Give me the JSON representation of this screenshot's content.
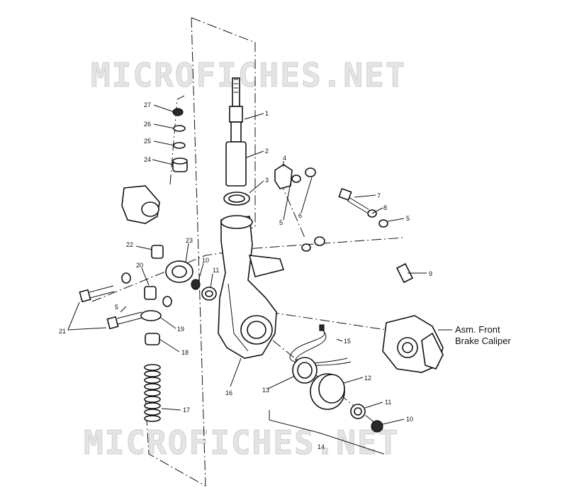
{
  "watermark": "MICROFICHES.NET",
  "assembly_label": {
    "line1": "Asm. Front",
    "line2": "Brake Caliper"
  },
  "callouts": {
    "c1": "1",
    "c2": "2",
    "c3": "3",
    "c4": "4",
    "c5a": "5",
    "c5b": "5",
    "c5c": "5",
    "c6": "6",
    "c7": "7",
    "c8": "8",
    "c9": "9",
    "c10a": "10",
    "c10b": "10",
    "c11a": "11",
    "c11b": "11",
    "c12": "12",
    "c13": "13",
    "c14": "14",
    "c15": "15",
    "c16": "16",
    "c17": "17",
    "c18": "18",
    "c19": "19",
    "c20": "20",
    "c21": "21",
    "c22": "22",
    "c23": "23",
    "c24": "24",
    "c25": "25",
    "c26": "26",
    "c27": "27"
  }
}
